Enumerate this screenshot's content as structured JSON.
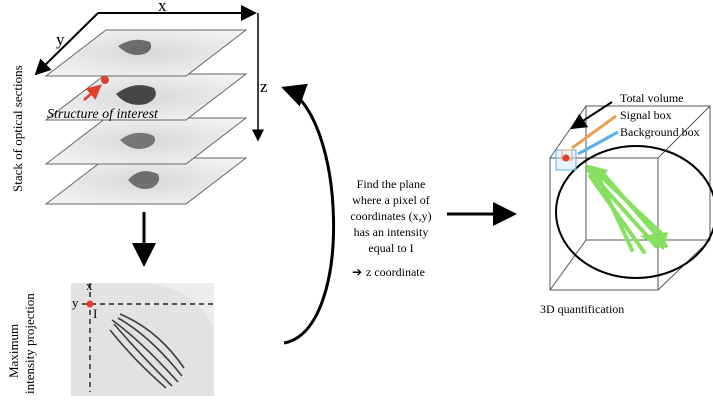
{
  "stack": {
    "axis_x": "x",
    "axis_y": "y",
    "axis_z": "z",
    "side_label": "Stack of optical sections",
    "structure_label": "Structure of interest"
  },
  "projection": {
    "side_label_line1": "Maximum",
    "side_label_line2": "intensity projection",
    "axis_x": "x",
    "axis_y": "y",
    "intensity": "I"
  },
  "method": {
    "lines": [
      "Find the plane",
      "where a pixel of",
      "coordinates (x,y)",
      "has an intensity",
      "equal to I"
    ],
    "result_arrow": "➔",
    "result": "z coordinate"
  },
  "quantification": {
    "legend_total": "Total volume",
    "legend_signal": "Signal box",
    "legend_background": "Background box",
    "caption": "3D quantification",
    "colors": {
      "signal": "#e8a050",
      "background": "#5ab0e8",
      "spindle": "#88e060",
      "marker": "#e04030"
    }
  }
}
